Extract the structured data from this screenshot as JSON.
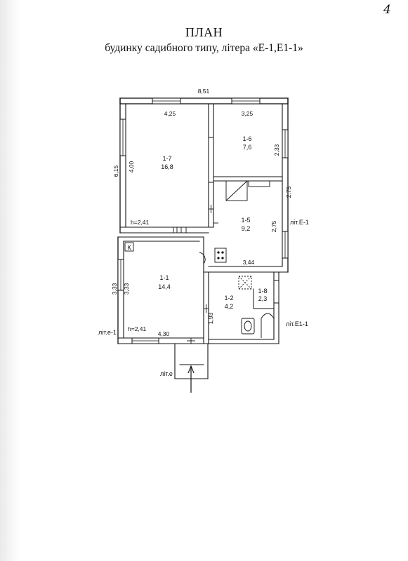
{
  "page_number": "4",
  "title": "ПЛАН",
  "subtitle": "будинку садибного типу, літера «Е-1,Е1-1»",
  "dimensions": {
    "overall_width": "8,51",
    "room17_width": "4,25",
    "room16_width": "3,25",
    "left_height": "6,15",
    "room17_height": "4,00",
    "room16_height": "2,33",
    "right_height": "2,75",
    "room15_height": "2,75",
    "room15_width": "3,44",
    "left_lower_outer": "3,33",
    "left_lower_inner": "3,33",
    "room11_width": "4,30",
    "room12_height": "1,93",
    "ceiling_upper": "h=2,41",
    "ceiling_lower": "h=2,41"
  },
  "rooms": {
    "r17": {
      "number": "1-7",
      "area": "16,8"
    },
    "r16": {
      "number": "1-6",
      "area": "7,6"
    },
    "r15": {
      "number": "1-5",
      "area": "9,2"
    },
    "r11": {
      "number": "1-1",
      "area": "14,4"
    },
    "r12": {
      "number": "1-2",
      "area": "4,2"
    },
    "r18": {
      "number": "1-8",
      "area": "2,3"
    }
  },
  "labels": {
    "lit_e1": "літ.Е-1",
    "lit_e1_1": "літ.Е1-1",
    "lit_e_1": "літ.е-1",
    "lit_e": "літ.е",
    "stove_mark": "К"
  }
}
